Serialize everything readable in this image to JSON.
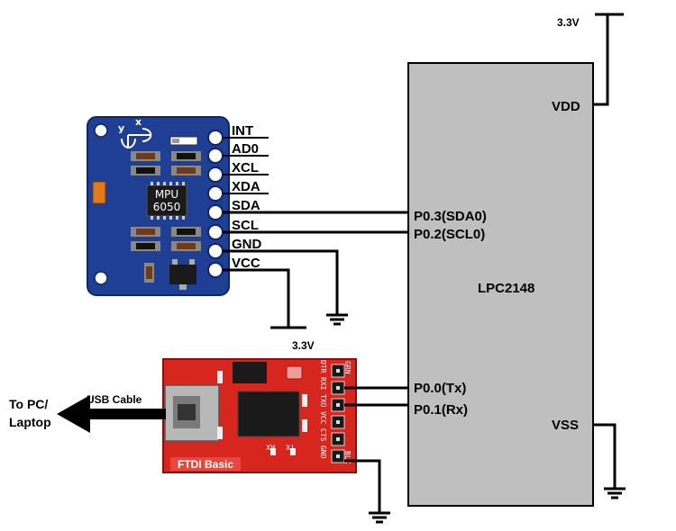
{
  "colors": {
    "wire": "#000000",
    "mcu_fill": "#bfbfbf",
    "mpu_board": "#1f3f94",
    "ftdi_board": "#d7261e"
  },
  "mcu": {
    "name": "LPC2148",
    "pins": {
      "vdd": "VDD",
      "vss": "VSS",
      "sda": "P0.3(SDA0)",
      "scl": "P0.2(SCL0)",
      "tx": "P0.0(Tx)",
      "rx": "P0.1(Rx)"
    }
  },
  "mpu": {
    "chip_line1": "MPU",
    "chip_line2": "6050",
    "axis_x": "x",
    "axis_y": "y",
    "pins": [
      "INT",
      "AD0",
      "XCL",
      "XDA",
      "SDA",
      "SCL",
      "GND",
      "VCC"
    ]
  },
  "ftdi": {
    "label": "FTDI Basic",
    "header_pins": [
      "DTR",
      "RXI",
      "TXO",
      "VCC",
      "CTS",
      "GND"
    ],
    "grn": "GRN",
    "blk": "BLK",
    "led_tx": "TX",
    "led_rx": "RX"
  },
  "power": {
    "top": "3.3V",
    "mpu": "3.3V"
  },
  "usb": {
    "cable": "USB Cable",
    "dest_line1": "To PC/",
    "dest_line2": "Laptop"
  }
}
